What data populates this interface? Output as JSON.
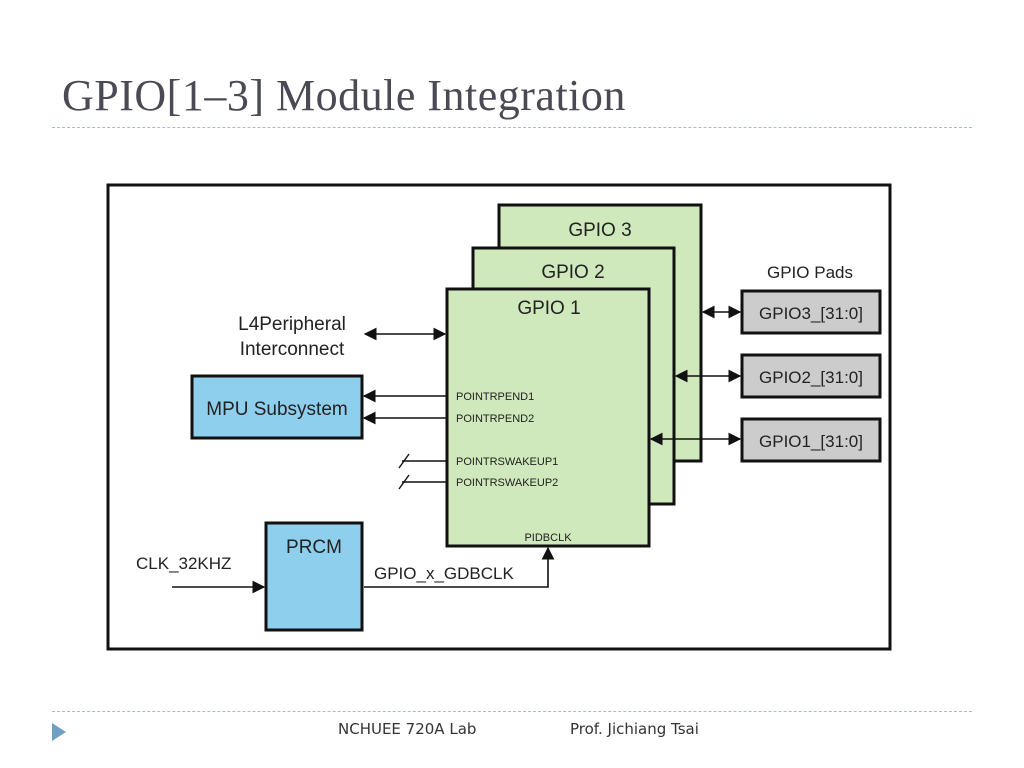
{
  "slide": {
    "title": "GPIO[1–3] Module Integration",
    "footer_left": "NCHUEE 720A Lab",
    "footer_right": "Prof. Jichiang Tsai"
  },
  "diagram": {
    "gpio_modules": [
      "GPIO 3",
      "GPIO 2",
      "GPIO 1"
    ],
    "pads_heading": "GPIO Pads",
    "pads": [
      "GPIO3_[31:0]",
      "GPIO2_[31:0]",
      "GPIO1_[31:0]"
    ],
    "interconnect_label": [
      "L4Peripheral",
      "Interconnect"
    ],
    "mpu_label": "MPU Subsystem",
    "prcm_label": "PRCM",
    "clk_input_label": "CLK_32KHZ",
    "clk_output_label": "GPIO_x_GDBCLK",
    "signals": {
      "intr1": "POINTRPEND1",
      "intr2": "POINTRPEND2",
      "wake1": "POINTRSWAKEUP1",
      "wake2": "POINTRSWAKEUP2",
      "dbclk": "PIDBCLK"
    },
    "colors": {
      "gpio_fill": "#cfe8bc",
      "block_fill": "#8fcfee",
      "pad_fill": "#cccccc",
      "line": "#111111"
    }
  }
}
